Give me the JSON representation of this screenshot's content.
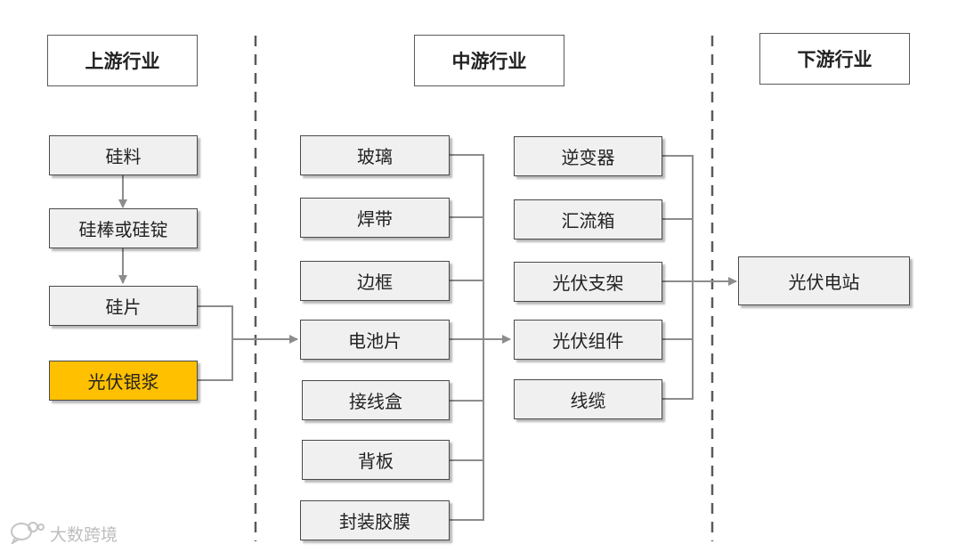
{
  "headers": {
    "upstream": "上游行业",
    "midstream": "中游行业",
    "downstream": "下游行业"
  },
  "upstream": {
    "silicon_material": "硅料",
    "silicon_rod_ingot": "硅棒或硅锭",
    "silicon_wafer": "硅片",
    "silver_paste": "光伏银浆"
  },
  "midstream_left": {
    "glass": "玻璃",
    "solder_ribbon": "焊带",
    "frame": "边框",
    "cell": "电池片",
    "junction_box": "接线盒",
    "backsheet": "背板",
    "encapsulant_film": "封装胶膜"
  },
  "midstream_right": {
    "inverter": "逆变器",
    "combiner_box": "汇流箱",
    "pv_mount": "光伏支架",
    "pv_module": "光伏组件",
    "cable": "线缆"
  },
  "downstream": {
    "pv_power_station": "光伏电站"
  },
  "watermark": {
    "text": "大数跨境",
    "icon": "chat-bubble-icon"
  },
  "colors": {
    "highlight": "#ffc000",
    "box_fill": "#f0f0f0",
    "connector": "#8c8c8c",
    "divider": "#5a5a5a"
  }
}
